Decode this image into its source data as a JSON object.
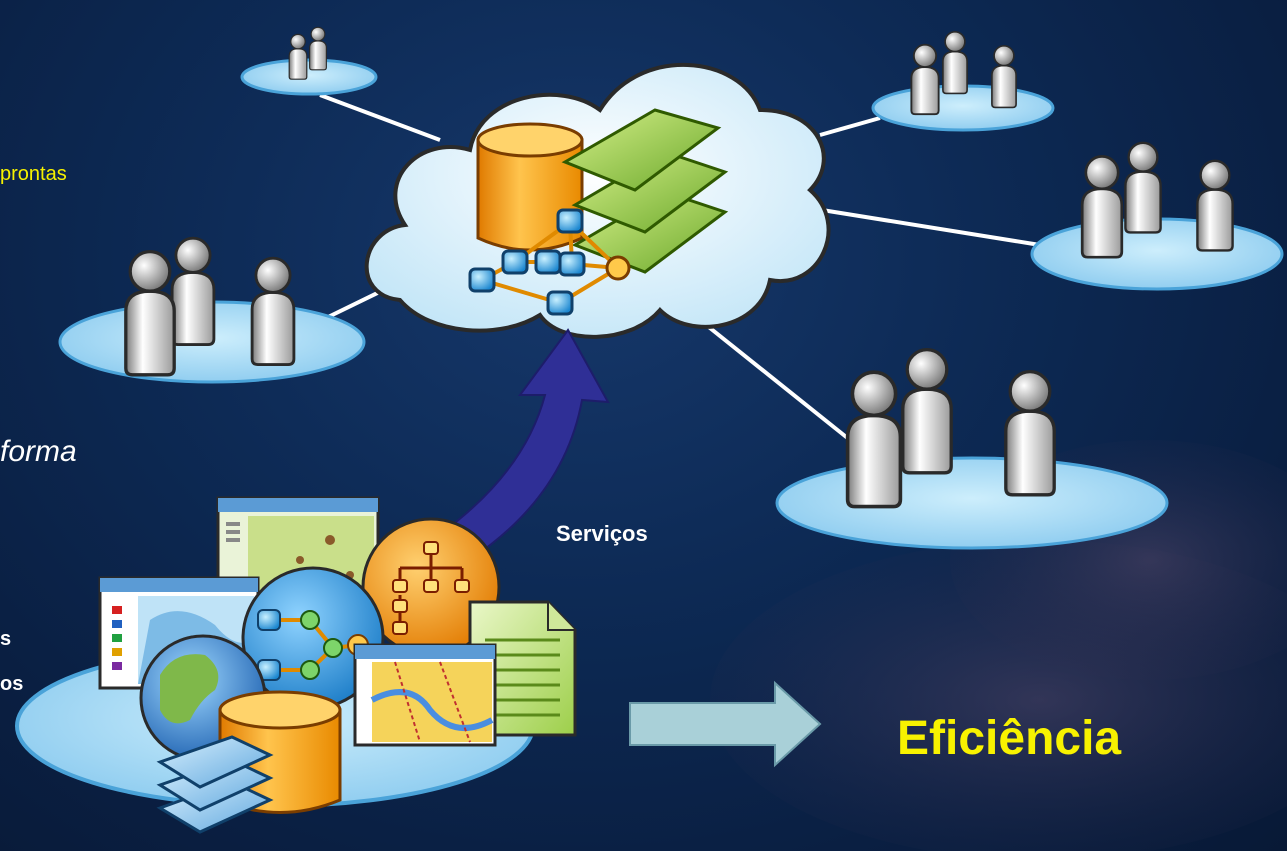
{
  "texts": {
    "prontas": "prontas",
    "forma": "forma",
    "fragment_s": "s",
    "fragment_os": "os",
    "servicos": "Serviços",
    "eficiencia": "Eficiência"
  },
  "icons": {
    "cloud": "cloud-icon",
    "database": "database-icon",
    "layers": "layers-icon",
    "network": "network-icon",
    "globe": "globe-icon",
    "users": "user-group-icon",
    "arrow_up": "curved-arrow-icon",
    "arrow_right": "right-arrow-icon",
    "document": "document-icon",
    "map_window": "map-window-icon",
    "hierarchy": "hierarchy-icon"
  },
  "colors": {
    "background": "#0d2a55",
    "highlight_yellow": "#f8f200",
    "ellipse_fill": "#a9d9f3",
    "arrow_blue": "#2f2f96",
    "arrow_light": "#a9d0d8"
  }
}
